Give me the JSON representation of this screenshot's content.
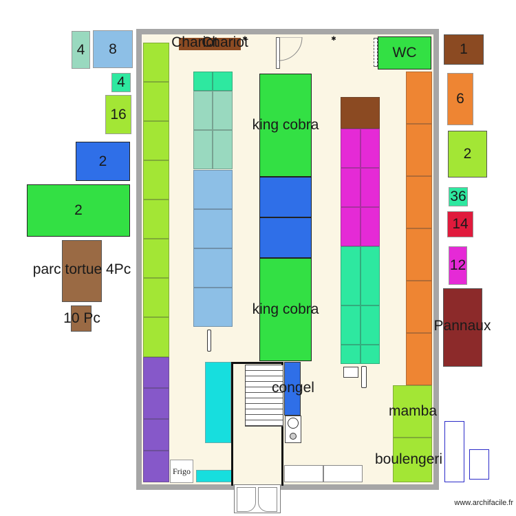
{
  "plan": {
    "labels": {
      "chariot_1": "Chariot",
      "chariot_2": "Chariot",
      "wc": "WC",
      "king_cobra_top": "king cobra",
      "king_cobra_bottom": "king cobra",
      "congel": "congel",
      "mamba": "mamba",
      "boulangerie": "boulengeri",
      "frigo": "Frigo",
      "pannaux": "Pannaux",
      "parc_tortue": "parc tortue 4Pc",
      "ten_pc": "10 Pc"
    },
    "outside_blocks_left": [
      "4",
      "8",
      "4",
      "16",
      "2",
      "2"
    ],
    "outside_blocks_right": [
      "1",
      "6",
      "2",
      "36",
      "14",
      "12"
    ]
  },
  "colors": {
    "wall": "#a6a6a6",
    "floor": "#fbf6e4",
    "lime": "#a3e635",
    "lime_dark": "#9fe03a",
    "green": "#33e044",
    "mint": "#99d9bf",
    "teal_light": "#2ee8a0",
    "sky": "#8dbfe6",
    "blue": "#2f6fe8",
    "magenta": "#e52ad6",
    "brown": "#8b4a22",
    "orange": "#ee8533",
    "purple": "#8658c9",
    "cyan": "#17dede",
    "red": "#e01a3c",
    "maroon": "#8c2a2a",
    "tortoise_brown": "#9a6a44"
  },
  "watermark": "www.archifacile.fr"
}
